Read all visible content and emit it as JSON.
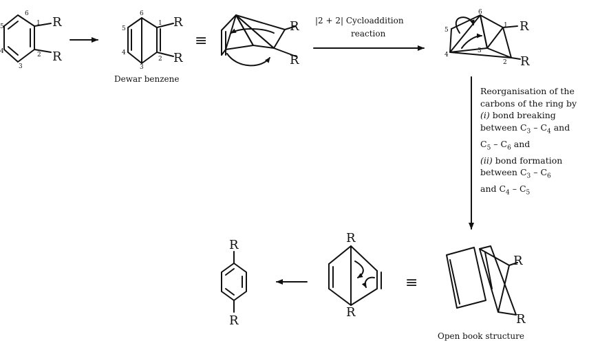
{
  "substituent": "R",
  "equiv_symbol": "≡",
  "numbers": [
    "1",
    "2",
    "3",
    "4",
    "5",
    "6"
  ],
  "dewar_caption": "Dewar benzene",
  "cycloaddition": {
    "line1": "|2 + 2| Cycloaddition",
    "line2": "reaction"
  },
  "reorganisation": [
    {
      "parts": [
        {
          "t": "Reorganisation of the"
        }
      ]
    },
    {
      "parts": [
        {
          "t": "carbons of the ring by"
        }
      ]
    },
    {
      "parts": [
        {
          "t": "(i)",
          "italic": true
        },
        {
          "t": " bond breaking"
        }
      ]
    },
    {
      "parts": [
        {
          "t": "between C"
        },
        {
          "sub": "3"
        },
        {
          "t": " – C"
        },
        {
          "sub": "4"
        },
        {
          "t": " and"
        }
      ]
    },
    {
      "parts": [
        {
          "t": "C"
        },
        {
          "sub": "5"
        },
        {
          "t": " – C"
        },
        {
          "sub": "6"
        },
        {
          "t": " and"
        }
      ]
    },
    {
      "parts": [
        {
          "t": "(ii)",
          "italic": true
        },
        {
          "t": " bond formation"
        }
      ]
    },
    {
      "parts": [
        {
          "t": "between C"
        },
        {
          "sub": "3"
        },
        {
          "t": " – C"
        },
        {
          "sub": "6"
        }
      ]
    },
    {
      "parts": [
        {
          "t": "and C"
        },
        {
          "sub": "4"
        },
        {
          "t": " – C"
        },
        {
          "sub": "5"
        }
      ]
    }
  ],
  "open_book_caption": "Open book structure"
}
